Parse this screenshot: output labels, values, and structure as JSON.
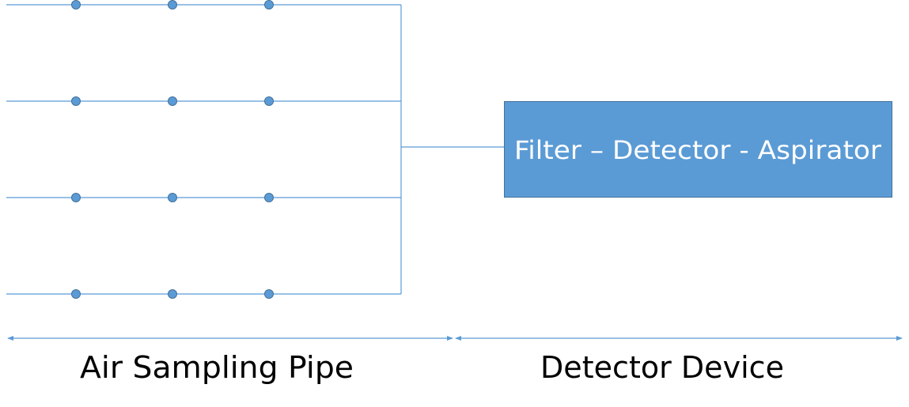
{
  "diagram": {
    "detector_box_label": "Filter – Detector - Aspirator",
    "section_labels": {
      "pipe": "Air Sampling Pipe",
      "device": "Detector Device"
    },
    "colors": {
      "accent": "#5b9bd5",
      "accent_stroke": "#41719c",
      "box_text": "#ffffff",
      "label_text": "#000000"
    },
    "pipe_count": 4,
    "holes_per_pipe": 3
  }
}
